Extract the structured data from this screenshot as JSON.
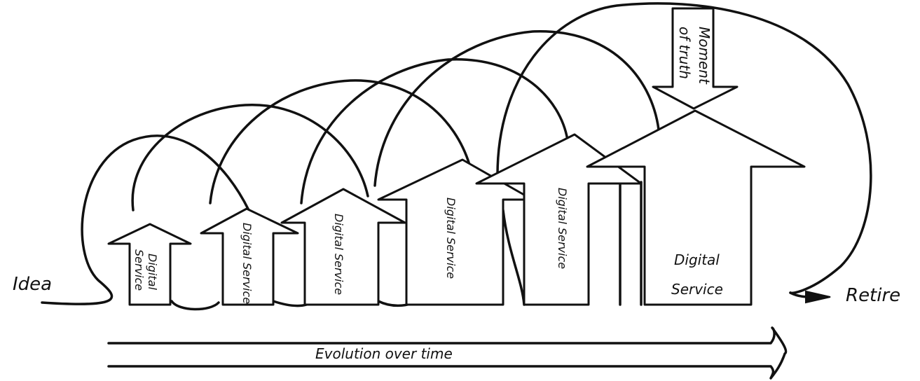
{
  "labels": {
    "idea": "Idea",
    "retire": "Retire",
    "evolution": "Evolution over time",
    "moment_line1": "Moment",
    "moment_line2": "of truth"
  },
  "services": [
    {
      "line1": "Digital",
      "line2": "Service"
    },
    {
      "line1": "Digital Service",
      "line2": ""
    },
    {
      "line1": "Digital Service",
      "line2": ""
    },
    {
      "line1": "Digital Service",
      "line2": ""
    },
    {
      "line1": "Digital Service",
      "line2": ""
    },
    {
      "line1": "Digital",
      "line2": "Service"
    }
  ]
}
